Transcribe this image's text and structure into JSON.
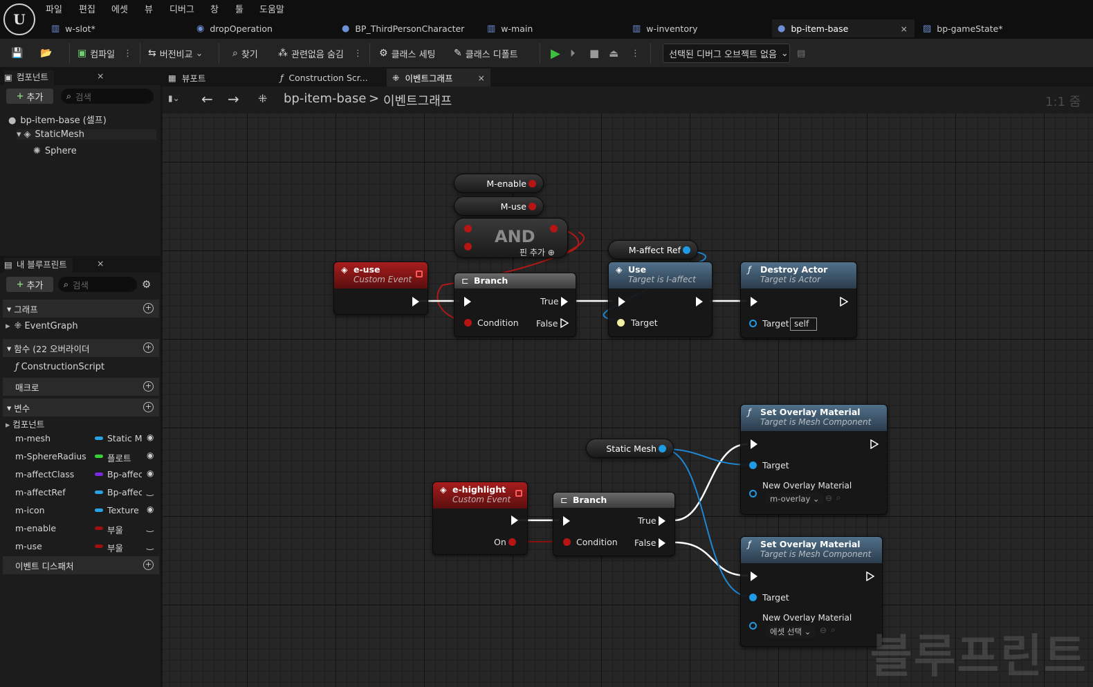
{
  "menu": [
    "파일",
    "편집",
    "에셋",
    "뷰",
    "디버그",
    "창",
    "툴",
    "도움말"
  ],
  "logo": "U",
  "tabs": [
    {
      "label": "w-slot*",
      "icon": "widget-blueprint-icon"
    },
    {
      "label": "dropOperation",
      "icon": "blueprint-globe-icon"
    },
    {
      "label": "BP_ThirdPersonCharacter",
      "icon": "character-icon"
    },
    {
      "label": "w-main",
      "icon": "widget-blueprint-icon"
    },
    {
      "label": "w-inventory",
      "icon": "widget-blueprint-icon"
    },
    {
      "label": "bp-item-base",
      "icon": "actor-icon",
      "active": true,
      "close": "×"
    },
    {
      "label": "bp-gameState*",
      "icon": "chart-icon"
    }
  ],
  "toolbar": {
    "compile": "컴파일",
    "diff": "버전비교",
    "find": "찾기",
    "hide_unrelated": "관련없음 숨김",
    "class_settings": "클래스 세팅",
    "class_defaults": "클래스 디폴트",
    "debug_object": "선택된 디버그 오브젝트 없음",
    "colors": {
      "play": "#3fbf3f",
      "accent": "#ffffff"
    }
  },
  "components_panel": {
    "title": "컴포넌트",
    "close": "×",
    "add": "추가",
    "search_placeholder": "검색",
    "tree": [
      "bp-item-base (셀프)",
      "StaticMesh",
      "Sphere"
    ]
  },
  "my_blueprint": {
    "title": "내 블루프린트",
    "close": "×",
    "add": "추가",
    "search_placeholder": "검색",
    "sections": {
      "graphs": "그래프",
      "functions": "함수 (22 오버라이더",
      "macros": "매크로",
      "variables": "변수",
      "dispatchers": "이벤트 디스패처"
    },
    "graph_items": [
      "EventGraph"
    ],
    "function_items": [
      "ConstructionScript"
    ],
    "var_category": "컴포넌트",
    "variables": [
      {
        "name": "m-mesh",
        "type": "Static Mesh Component",
        "color": "#29a3e6"
      },
      {
        "name": "m-SphereRadius",
        "type": "플로트",
        "color": "#38d038"
      },
      {
        "name": "m-affectClass",
        "type": "Bp-affect Class",
        "color": "#7a2be0"
      },
      {
        "name": "m-affectRef",
        "type": "Bp-affect",
        "color": "#29a3e6"
      },
      {
        "name": "m-icon",
        "type": "Texture",
        "color": "#29a3e6"
      },
      {
        "name": "m-enable",
        "type": "부울",
        "color": "#a01010"
      },
      {
        "name": "m-use",
        "type": "부울",
        "color": "#a01010"
      }
    ]
  },
  "graph_tabs": [
    {
      "label": "뷰포트"
    },
    {
      "label": "Construction Scr..."
    },
    {
      "label": "이벤트그래프",
      "close": "×"
    }
  ],
  "breadcrumb": {
    "root": "bp-item-base",
    "separator": ">",
    "current": "이벤트그래프",
    "zoom": "1:1 줌"
  },
  "nodes": {
    "m_enable": "M-enable",
    "m_use": "M-use",
    "and": {
      "title": "AND",
      "add_pin": "핀 추가"
    },
    "m_affect_ref": "M-affect Ref",
    "e_use": {
      "title": "e-use",
      "subtitle": "Custom Event"
    },
    "branch1": {
      "title": "Branch",
      "true": "True",
      "false": "False",
      "condition": "Condition"
    },
    "use": {
      "title": "Use",
      "subtitle": "Target is I-affect",
      "target": "Target"
    },
    "destroy": {
      "title": "Destroy Actor",
      "subtitle": "Target is Actor",
      "target": "Target",
      "self": "self"
    },
    "static_mesh": "Static Mesh",
    "e_highlight": {
      "title": "e-highlight",
      "subtitle": "Custom Event",
      "on": "On"
    },
    "branch2": {
      "title": "Branch",
      "true": "True",
      "false": "False",
      "condition": "Condition"
    },
    "overlay1": {
      "title": "Set Overlay Material",
      "subtitle": "Target is Mesh Component",
      "target": "Target",
      "material": "New Overlay Material",
      "value": "m-overlay"
    },
    "overlay2": {
      "title": "Set Overlay Material",
      "subtitle": "Target is Mesh Component",
      "target": "Target",
      "material": "New Overlay Material",
      "value": "에셋 선택"
    }
  },
  "watermark": "블루프린트"
}
